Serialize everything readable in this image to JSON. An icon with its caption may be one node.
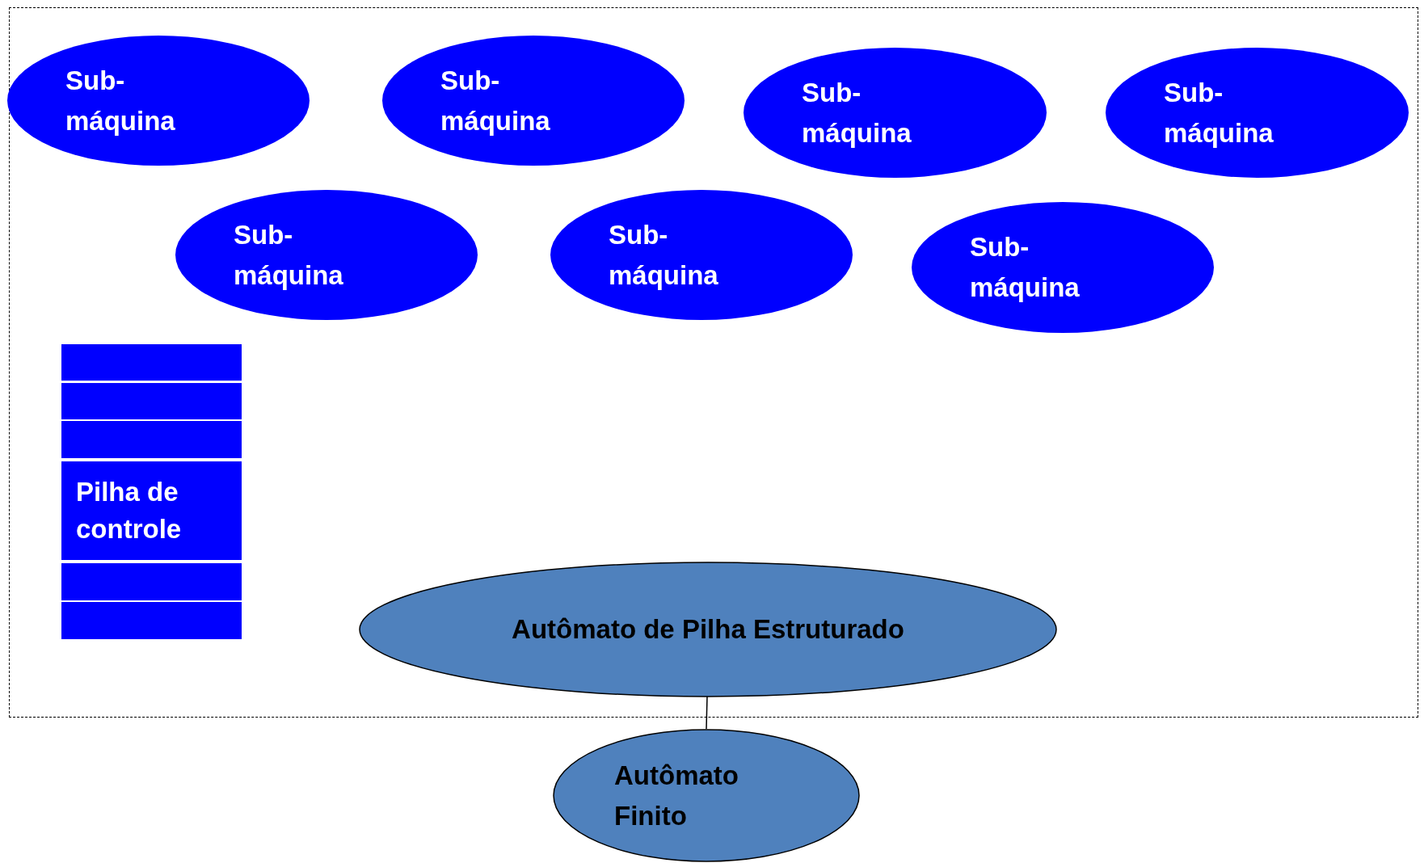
{
  "diagram": {
    "nodes": [
      {
        "text": [],
        "shape": "box"
      },
      {
        "text": [
          "Sub- máquina"
        ],
        "in": 0
      },
      {
        "text": [
          "Sub- máquina"
        ],
        "in": 0
      },
      {
        "text": [
          "Sub- máquina"
        ],
        "in": 0
      },
      {
        "text": [
          "Sub- máquina"
        ],
        "in": 0
      },
      {
        "text": [
          "Sub- máquina"
        ],
        "in": 0
      },
      {
        "text": [
          "Sub- máquina"
        ],
        "in": 0
      },
      {
        "text": [
          "Sub- máquina"
        ],
        "in": 0
      },
      {
        "text": [],
        "shape": "box",
        "in": 0
      },
      {
        "text": [],
        "shape": "box",
        "in": 0
      },
      {
        "text": [],
        "shape": "box",
        "in": 0
      },
      {
        "text": [
          "Pilha de controle"
        ],
        "in": 0
      },
      {
        "text": [],
        "shape": "box",
        "in": 0
      },
      {
        "text": [],
        "shape": "box",
        "in": 0
      },
      {
        "text": [
          "Autômato de Pilha Estruturado"
        ],
        "in": 0
      },
      {
        "text": [
          "Autômato Finito"
        ]
      }
    ],
    "edges": [
      {
        "from": 14,
        "to": 15,
        "arrow": "none"
      }
    ]
  }
}
